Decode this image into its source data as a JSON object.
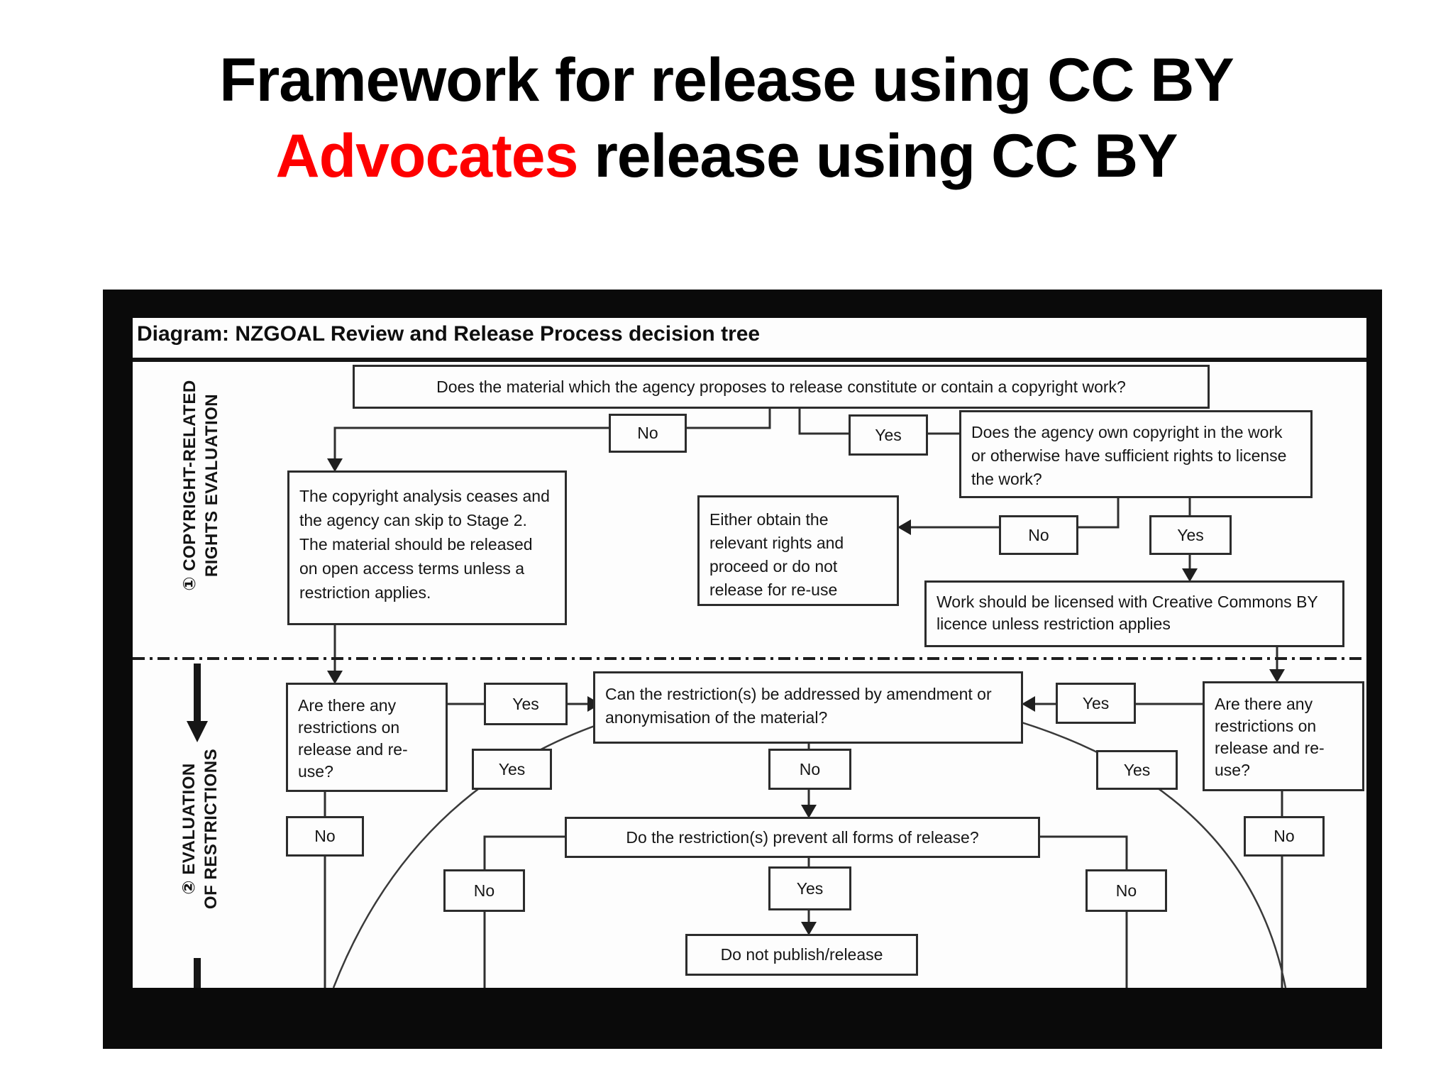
{
  "slide": {
    "title_line1": "Framework for release using CC BY",
    "title_line2": {
      "highlight": "Advocates",
      "rest": " release using CC BY"
    },
    "colors": {
      "highlight_red": "#fe0000",
      "title_black": "#000000"
    }
  },
  "diagram": {
    "header": "Diagram: NZGOAL Review and Release Process decision tree",
    "sections": {
      "stage1": {
        "line1": "① COPYRIGHT-RELATED",
        "line2": "RIGHTS EVALUATION"
      },
      "stage2": {
        "line1": "② EVALUATION",
        "line2": "OF RESTRICTIONS"
      }
    },
    "labels": {
      "yes": "Yes",
      "no": "No"
    },
    "nodes": {
      "q_copyright_work": "Does the material which the agency proposes to release constitute or contain a copyright work?",
      "q_agency_owns": "Does the agency own copyright in the work or otherwise have sufficient rights to license the work?",
      "skip_stage2": "The copyright analysis ceases and the agency can skip to Stage 2. The material should be released on open access terms unless a restriction applies.",
      "obtain_rights": "Either obtain the relevant rights and proceed or do not release for re-use",
      "license_ccby": "Work should be licensed with Creative Commons BY licence unless restriction applies",
      "q_restrictions_left": "Are there any restrictions on release and re-use?",
      "q_amendment": "Can the restriction(s) be addressed by amendment or anonymisation of the material?",
      "q_restrictions_right": "Are there any restrictions on release and re-use?",
      "q_prevent_release": "Do the restriction(s) prevent all forms of release?",
      "do_not_publish": "Do not publish/release"
    }
  }
}
